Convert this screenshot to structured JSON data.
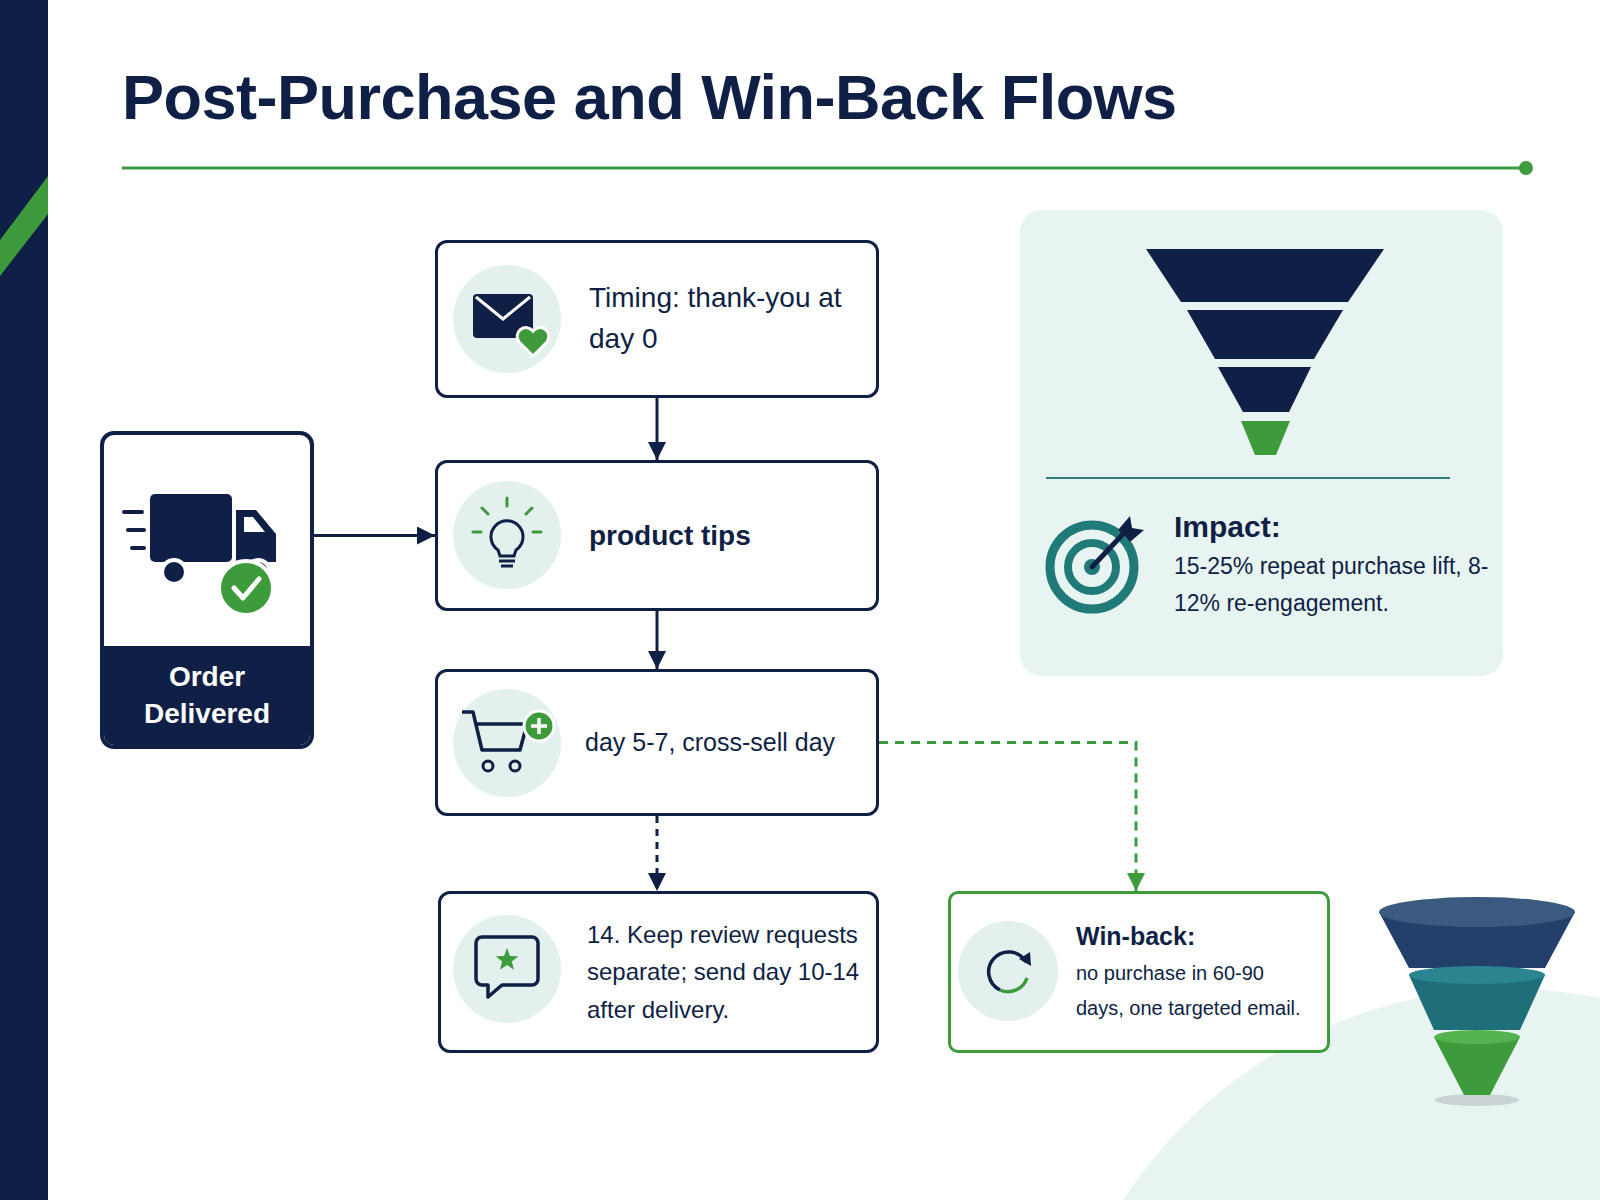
{
  "diagram": {
    "title": "Post-Purchase and Win-Back Flows",
    "nodes": [
      {
        "text": [
          "Order Delivered"
        ]
      },
      {
        "text": [
          "Timing: thank-you at day 0"
        ]
      },
      {
        "text": [
          "product tips"
        ]
      },
      {
        "text": [
          "day 5-7, cross-sell day"
        ]
      },
      {
        "text": [
          "14. Keep review requests separate; send day 10-14 after delivery."
        ]
      },
      {
        "text": [
          "Win-back:",
          "no purchase in 60-90 days, one targeted email."
        ]
      },
      {
        "text": [
          "Impact:",
          "15-25% repeat purchase lift, 8-12% re-engagement."
        ]
      }
    ],
    "edges": [
      {
        "from": 0,
        "to": 2,
        "arrow": "to"
      },
      {
        "from": 1,
        "to": 2,
        "arrow": "to"
      },
      {
        "from": 2,
        "to": 3,
        "arrow": "to"
      },
      {
        "from": 3,
        "to": 4,
        "arrow": "to"
      },
      {
        "from": 3,
        "to": 5,
        "arrow": "to"
      }
    ]
  }
}
